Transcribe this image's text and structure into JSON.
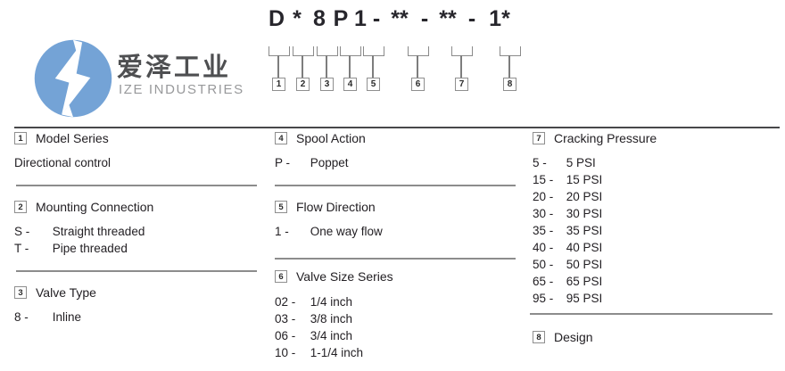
{
  "logo": {
    "name_cn": "爱泽工业",
    "name_en": "IZE INDUSTRIES",
    "brand_blue": "#74a3d6",
    "text_dark": "#4e4f51",
    "text_gray": "#98999b"
  },
  "model_code": {
    "segments": [
      "D",
      "*",
      "8",
      "P",
      "1",
      "-",
      "**",
      "-",
      "**",
      "-",
      "1*"
    ],
    "markers": [
      "1",
      "2",
      "3",
      "4",
      "5",
      "6",
      "7",
      "8"
    ]
  },
  "colors": {
    "code_text": "#27262c",
    "body_text": "#232024",
    "rule_dark": "#48484a",
    "rule_gray": "#8c8c8c"
  },
  "sections": [
    {
      "num": "1",
      "title": "Model Series",
      "items": [
        {
          "c": "",
          "d": "Directional control"
        }
      ]
    },
    {
      "num": "2",
      "title": "Mounting Connection",
      "items": [
        {
          "c": "S -",
          "d": "Straight threaded"
        },
        {
          "c": "T -",
          "d": "Pipe threaded"
        }
      ]
    },
    {
      "num": "3",
      "title": "Valve Type",
      "items": [
        {
          "c": "8 -",
          "d": "Inline"
        }
      ]
    },
    {
      "num": "4",
      "title": "Spool Action",
      "items": [
        {
          "c": "P -",
          "d": "Poppet"
        }
      ]
    },
    {
      "num": "5",
      "title": "Flow Direction",
      "items": [
        {
          "c": "1 -",
          "d": "One way flow"
        }
      ]
    },
    {
      "num": "6",
      "title": "Valve Size Series",
      "items": [
        {
          "c": "02 -",
          "d": "1/4 inch"
        },
        {
          "c": "03 -",
          "d": "3/8 inch"
        },
        {
          "c": "06 -",
          "d": "3/4 inch"
        },
        {
          "c": "10 -",
          "d": "1-1/4 inch"
        }
      ]
    },
    {
      "num": "7",
      "title": "Cracking Pressure",
      "items": [
        {
          "c": "5 -",
          "d": "5 PSI"
        },
        {
          "c": "15 -",
          "d": "15 PSI"
        },
        {
          "c": "20 -",
          "d": "20 PSI"
        },
        {
          "c": "30 -",
          "d": "30 PSI"
        },
        {
          "c": "35 -",
          "d": "35 PSI"
        },
        {
          "c": "40 -",
          "d": "40 PSI"
        },
        {
          "c": "50 -",
          "d": "50 PSI"
        },
        {
          "c": "65 -",
          "d": "65 PSI"
        },
        {
          "c": "95 -",
          "d": "95 PSI"
        }
      ]
    },
    {
      "num": "8",
      "title": "Design",
      "items": []
    }
  ]
}
